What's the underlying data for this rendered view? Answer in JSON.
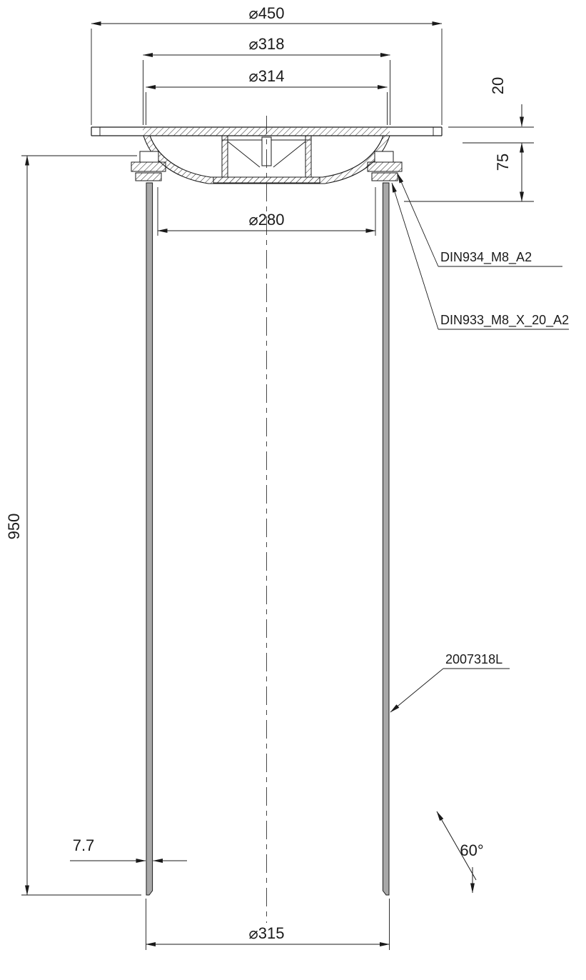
{
  "dims": {
    "dia450": "⌀450",
    "dia318": "⌀318",
    "dia314": "⌀314",
    "dia280": "⌀280",
    "dia315": "⌀315",
    "height950": "950",
    "flange_drop": "20",
    "head_depth": "75",
    "wall_thickness": "7.7",
    "chamfer_angle": "60°"
  },
  "callouts": {
    "nut": "DIN934_M8_A2",
    "screw": "DIN933_M8_X_20_A2",
    "part_number": "2007318L"
  },
  "colors": {
    "line": "#1a1a1a",
    "wall_fill": "#a8a8a8",
    "background": "#ffffff"
  }
}
